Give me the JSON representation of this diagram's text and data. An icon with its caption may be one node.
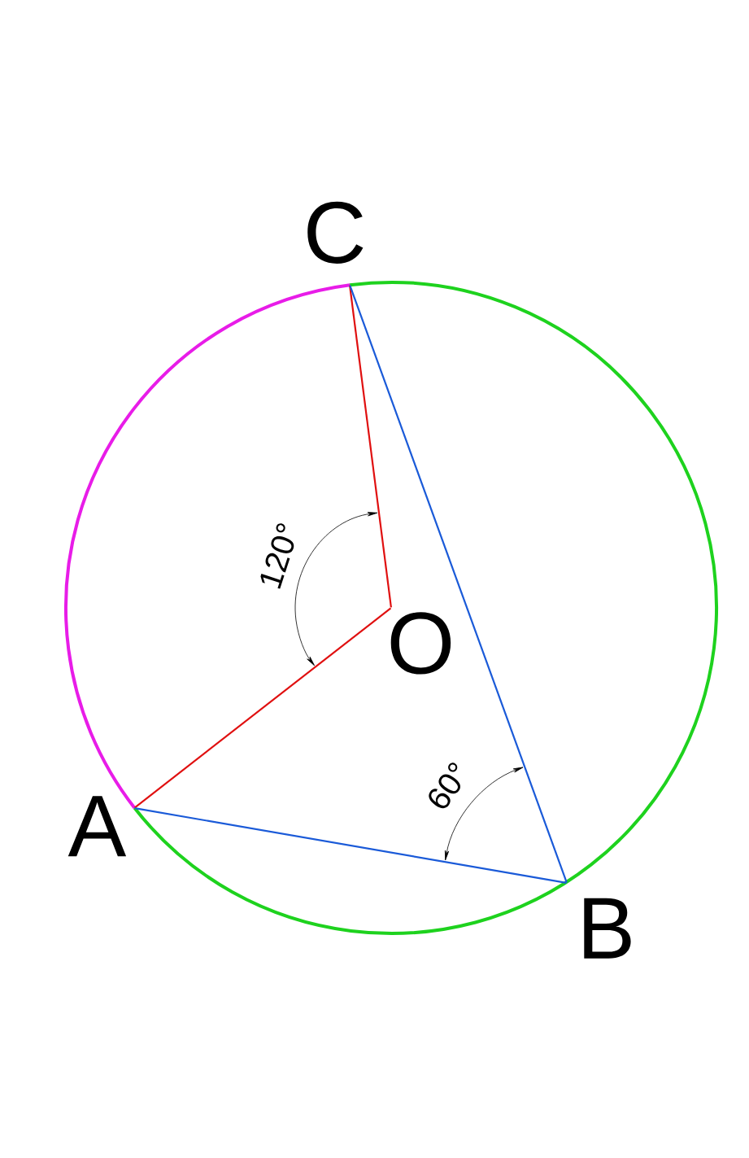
{
  "diagram": {
    "nodes": [
      {
        "text": [
          "C"
        ]
      },
      {
        "text": [
          "O"
        ]
      },
      {
        "text": [
          "A"
        ]
      },
      {
        "text": [
          "B"
        ]
      }
    ],
    "edges": [
      {
        "from": 1,
        "to": 0,
        "arrow": "none",
        "color": "#e01010"
      },
      {
        "from": 1,
        "to": 2,
        "arrow": "none",
        "color": "#e01010"
      },
      {
        "from": 0,
        "to": 3,
        "arrow": "none",
        "color": "#1a5ad8"
      },
      {
        "from": 2,
        "to": 3,
        "arrow": "none",
        "color": "#1a5ad8"
      }
    ],
    "labels": [
      "120°",
      "60°"
    ]
  }
}
